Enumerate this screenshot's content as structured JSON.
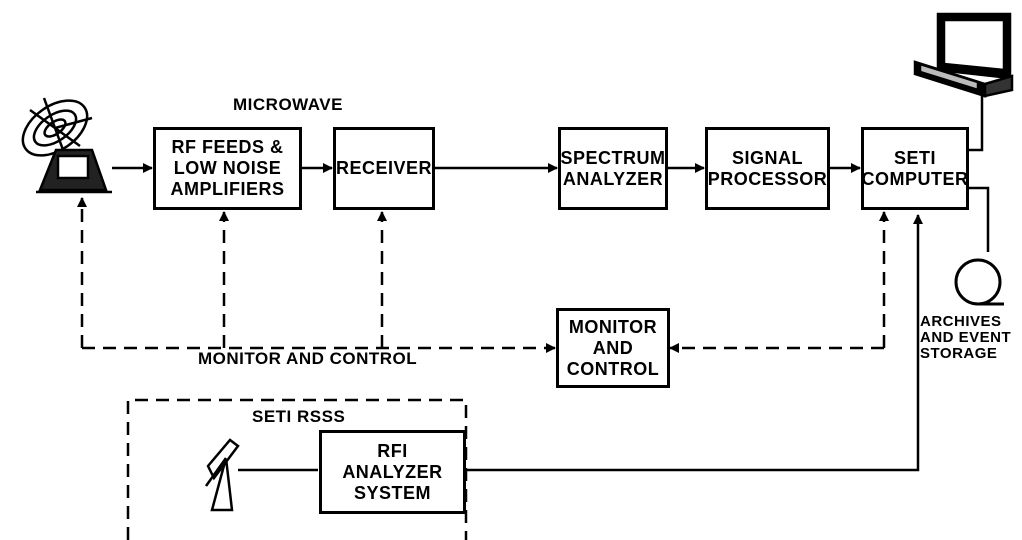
{
  "labels": {
    "microwave": "MICROWAVE",
    "monitor_control_line": "MONITOR AND CONTROL",
    "archives": "ARCHIVES\nAND EVENT\nSTORAGE",
    "rsss": "SETI RSSS"
  },
  "blocks": {
    "rf_feeds": "RF FEEDS &\nLOW NOISE\nAMPLIFIERS",
    "receiver": "RECEIVER",
    "spectrum_analyzer": "SPECTRUM\nANALYZER",
    "signal_processor": "SIGNAL\nPROCESSOR",
    "seti_computer": "SETI\nCOMPUTER",
    "monitor_control": "MONITOR\nAND\nCONTROL",
    "rfi_analyzer": "RFI\nANALYZER\nSYSTEM"
  },
  "icons": [
    "dish-antenna-icon",
    "computer-terminal-icon",
    "tape-reel-icon",
    "rfi-antenna-icon"
  ]
}
